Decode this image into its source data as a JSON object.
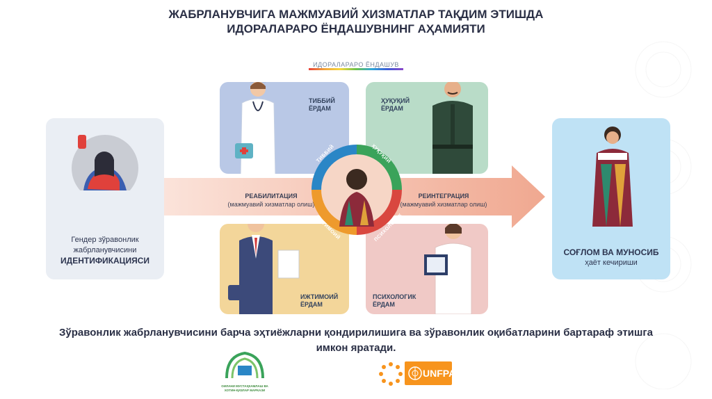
{
  "title_line1": "ЖАБРЛАНУВЧИГА МАЖМУАВИЙ ХИЗМАТЛАР ТАҚДИМ ЭТИШДА",
  "title_line2": "ИДОРАЛАРАРО ЁНДАШУВНИНГ АҲАМИЯТИ",
  "center_header": "ИДОРАЛАРАРО ЁНДАШУВ",
  "cards": {
    "medical": {
      "line1": "ТИББИЙ",
      "line2": "ЁРДАМ",
      "color": "#b9c8e6"
    },
    "legal": {
      "line1": "ҲУҚУҚИЙ",
      "line2": "ЁРДАМ",
      "color": "#b9dcc8"
    },
    "social": {
      "line1": "ИЖТИМОИЙ",
      "line2": "ЁРДАМ",
      "color": "#f3d69a"
    },
    "psych": {
      "line1": "ПСИХОЛОГИК",
      "line2": "ЁРДАМ",
      "color": "#f0c9c6"
    }
  },
  "circle_labels": {
    "medical": "ТИББИЙ",
    "legal": "ҲУҚУҚИЙ",
    "social": "ИЖТИМОИЙ",
    "psych": "ПСИХОЛОГИК"
  },
  "arrow": {
    "left_bold": "РЕАБИЛИТАЦИЯ",
    "left_sub": "(мажмуавий хизматлар олиш)",
    "right_bold": "РЕИНТЕГРАЦИЯ",
    "right_sub": "(мажмуавий хизматлар олиш)"
  },
  "left_panel": {
    "line1": "Гендер зўравонлик",
    "line2": "жабрланувчисини",
    "line3": "ИДЕНТИФИКАЦИЯСИ"
  },
  "right_panel": {
    "line1": "СОҒЛОМ ВА МУНОСИБ",
    "line2": "ҳаёт кечириши"
  },
  "bottom_line1": "Зўравонлик жабрланувчисини барча эҳтиёжларни қондирилишига ва зўравонлик оқибатларини бартараф этишга",
  "bottom_line2": "имкон яратади.",
  "logo_left_text": "ОИЛАНИ МУСТАҲКАМЛАШ ВА ХОТИН-ҚИЗЛАР МАРКАЗИ",
  "logo_right_text": "UNFPA",
  "colors": {
    "arrow": "#f3b9a6",
    "left_panel": "#eaeef4",
    "right_panel": "#bfe2f5",
    "ring_blue": "#2a86c6",
    "ring_green": "#3aa35a",
    "ring_orange": "#ee9a2c",
    "ring_red": "#d9473f"
  }
}
